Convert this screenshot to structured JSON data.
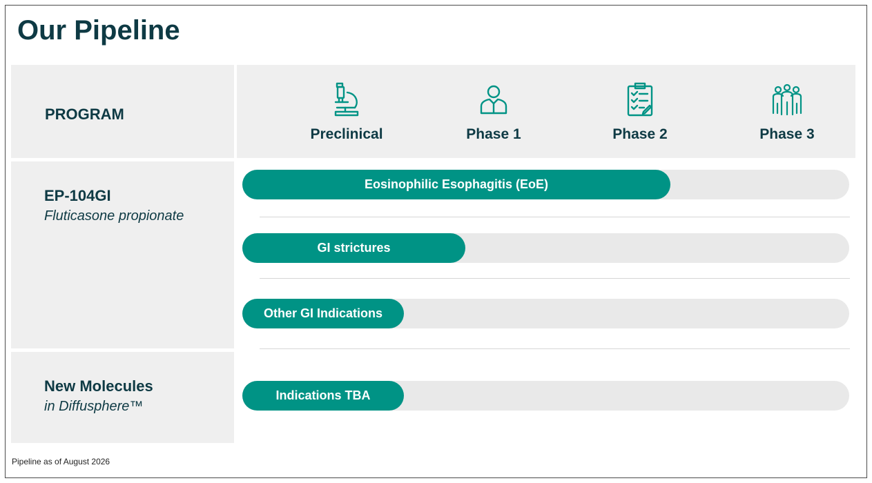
{
  "title": "Our Pipeline",
  "program_header": "PROGRAM",
  "footnote": "Pipeline as of August 2026",
  "colors": {
    "bar": "#009385",
    "track": "#e9e9e9",
    "panel": "#efefef",
    "text": "#0e3a44",
    "icon": "#009385"
  },
  "chart_data": {
    "type": "bar",
    "orientation": "horizontal",
    "stages": [
      {
        "label": "Preclinical",
        "icon": "microscope-icon"
      },
      {
        "label": "Phase 1",
        "icon": "person-icon"
      },
      {
        "label": "Phase 2",
        "icon": "clipboard-icon"
      },
      {
        "label": "Phase 3",
        "icon": "group-icon"
      }
    ],
    "programs": [
      {
        "name": "EP-104GI",
        "subtitle": "Fluticasone propionate",
        "indications": [
          {
            "label": "Eosinophilic Esophagitis (EoE)",
            "progress": 0.705
          },
          {
            "label": "GI strictures",
            "progress": 0.368
          },
          {
            "label": "Other GI Indications",
            "progress": 0.266
          }
        ]
      },
      {
        "name": "New Molecules",
        "subtitle": "in Diffusphere™",
        "indications": [
          {
            "label": "Indications TBA",
            "progress": 0.266
          }
        ]
      }
    ]
  }
}
